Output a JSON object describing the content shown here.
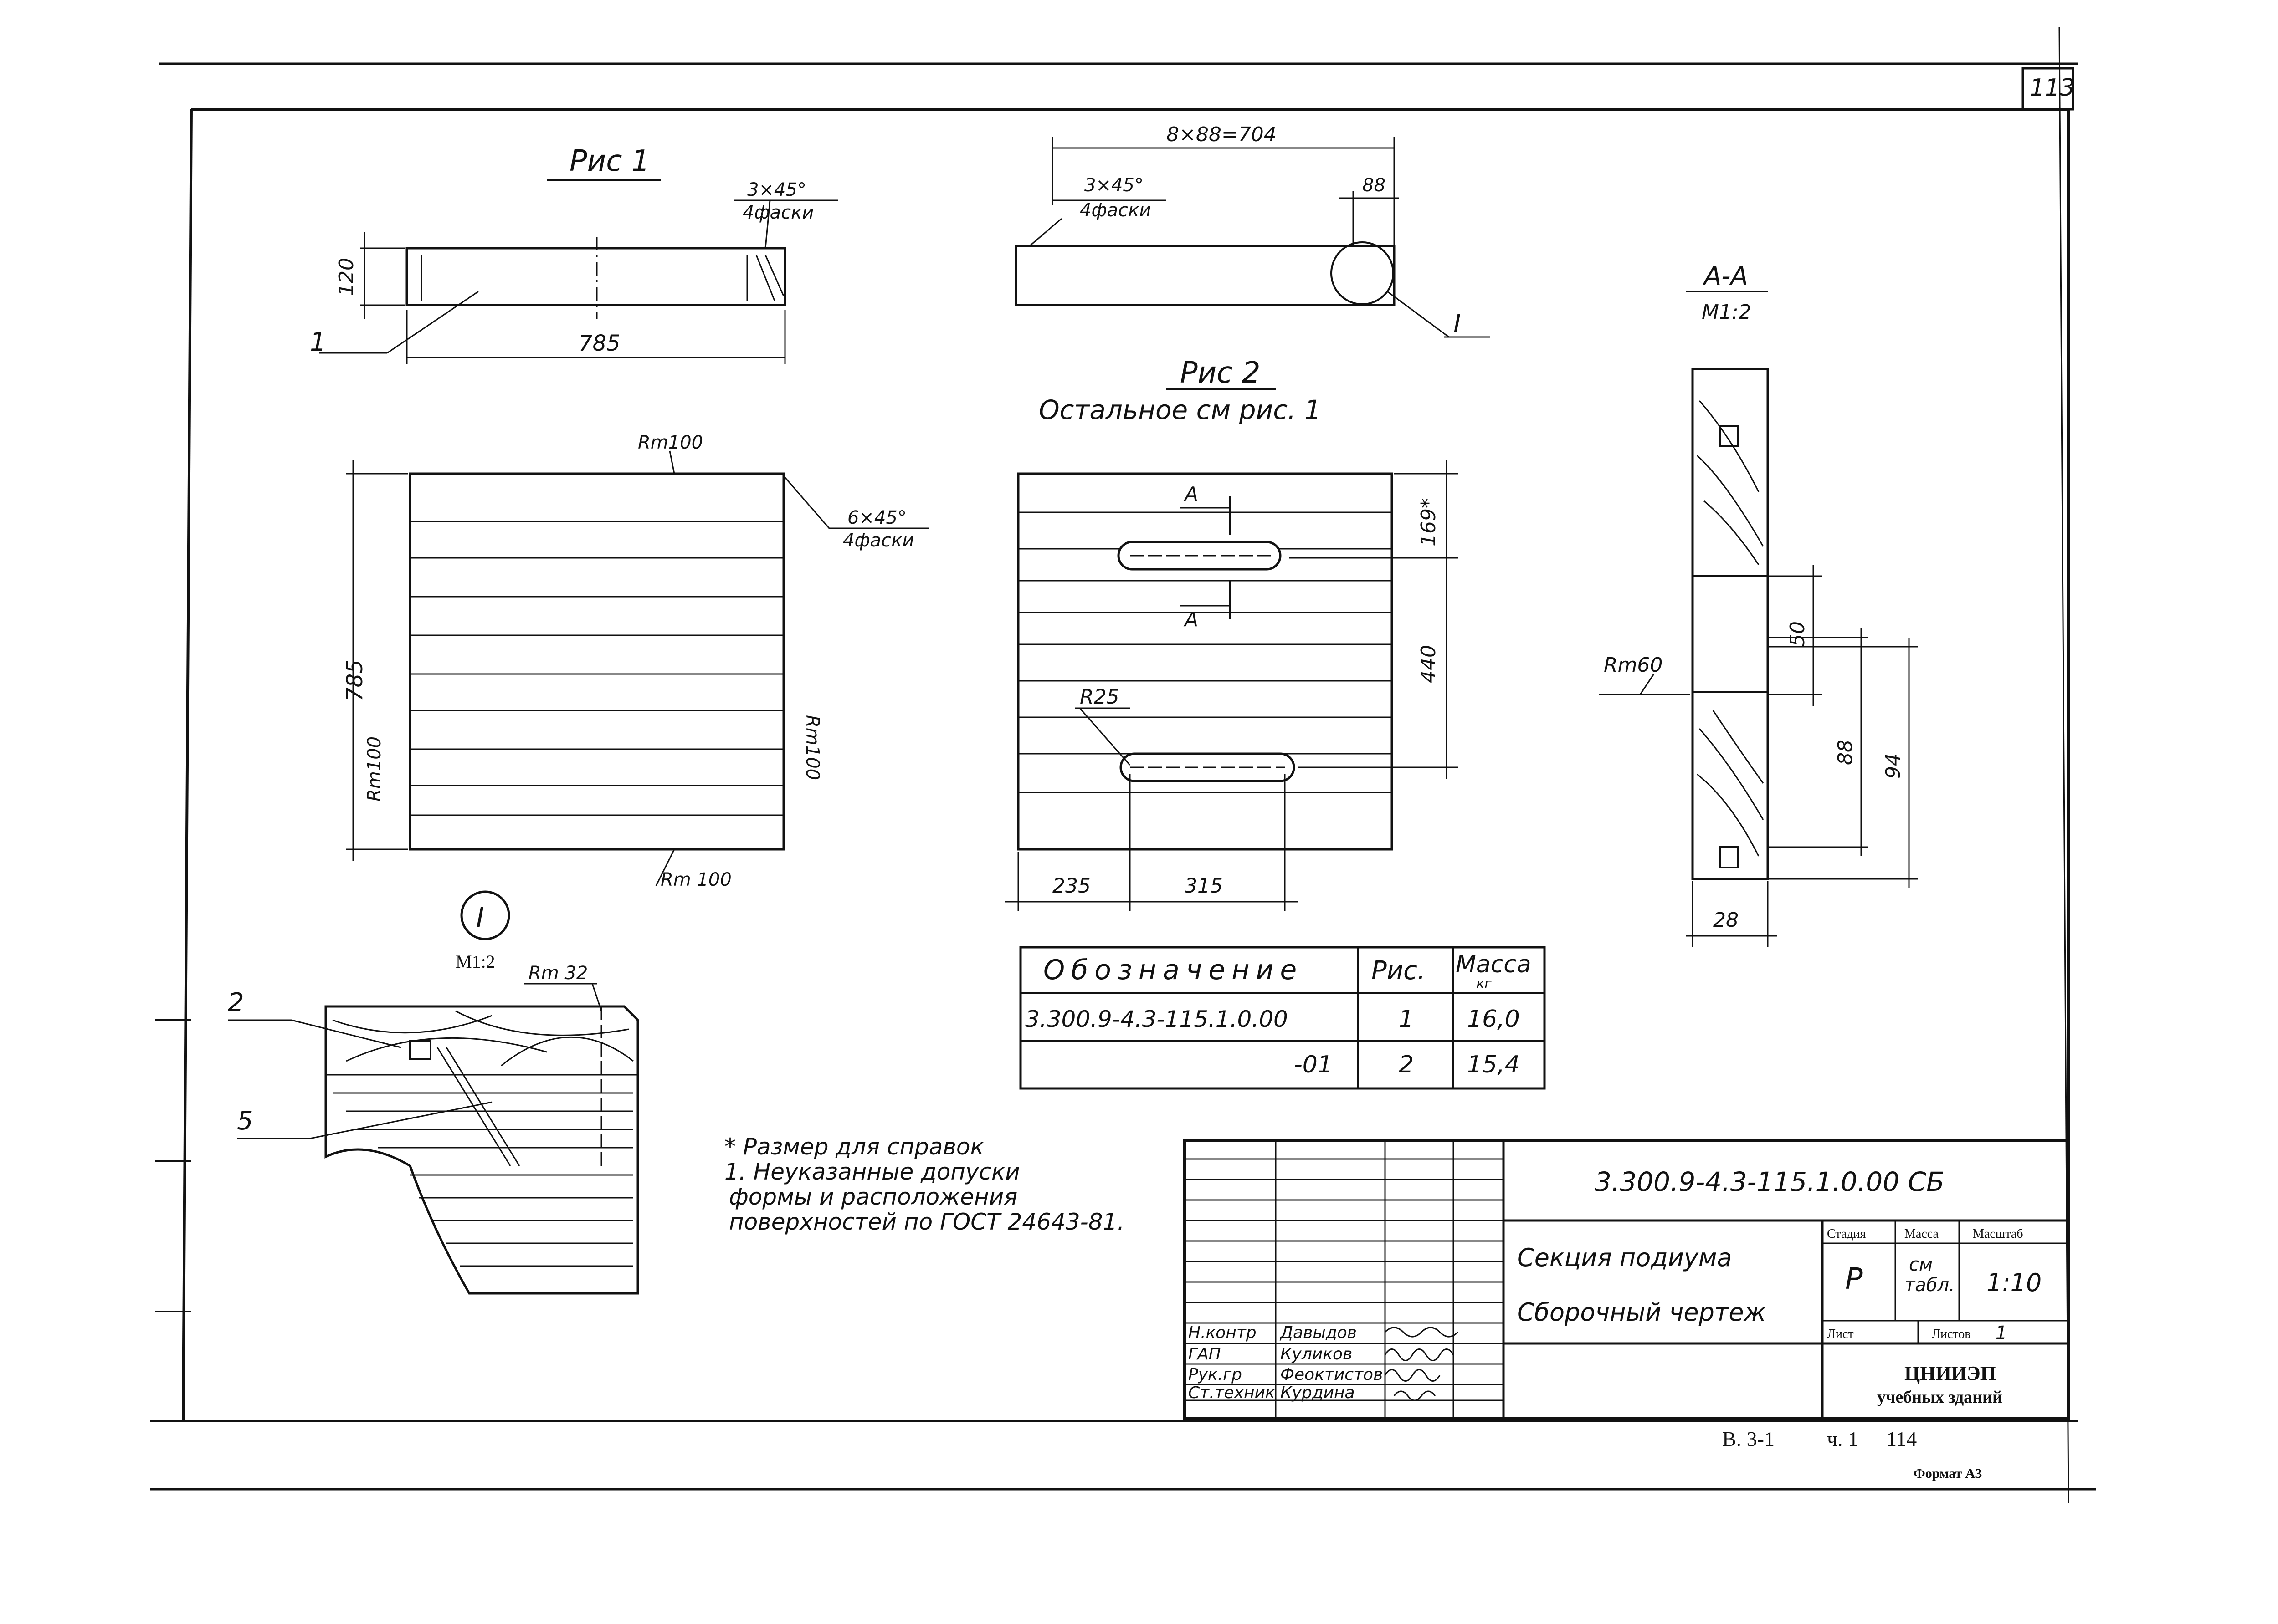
{
  "sheet": {
    "page_number": "113",
    "format": "Формат А3",
    "series_ref": {
      "part1": "В. 3-1",
      "part2": "ч. 1",
      "part3": "114"
    }
  },
  "fig1": {
    "title": "Рис 1",
    "chamfer_top": "3×45°",
    "chamfer_top_sub": "4фаски",
    "dim_height": "120",
    "dim_length": "785",
    "callout_1": "1",
    "rm_top": "Rm100",
    "rm_left": "Rm100",
    "rm_right": "Rm100",
    "rm_bottom": "Rm 100",
    "dim_side": "785",
    "chamfer_plan": "6×45°",
    "chamfer_plan_sub": "4фаски"
  },
  "fig2": {
    "dim_total": "8×88=704",
    "dim_step": "88",
    "chamfer": "3×45°",
    "chamfer_sub": "4фаски",
    "detail_callout": "I",
    "title": "Рис 2",
    "subtitle": "Остальное см рис. 1",
    "section_mark": "А",
    "dim_169": "169*",
    "dim_440": "440",
    "radius": "R25",
    "dim_235": "235",
    "dim_315": "315"
  },
  "section_aa": {
    "title": "А-А",
    "scale": "М1:2",
    "rm": "Rm60",
    "dim_50": "50",
    "dim_88": "88",
    "dim_94": "94",
    "dim_28": "28"
  },
  "detail_I": {
    "mark": "I",
    "scale": "М1:2",
    "rm": "Rm 32",
    "callout_2": "2",
    "callout_5": "5"
  },
  "spec_table": {
    "headers": [
      "Обозначение",
      "Рис.",
      "Масса"
    ],
    "mass_unit": "кг",
    "rows": [
      {
        "code": "3.300.9-4.3-115.1.0.00",
        "fig": "1",
        "mass": "16,0"
      },
      {
        "code": "-01",
        "fig": "2",
        "mass": "15,4"
      }
    ]
  },
  "notes": {
    "star": "* Размер для справок",
    "line1": "1. Неуказанные допуски",
    "line2": "формы и расположения",
    "line3": "поверхностей по ГОСТ 24643-81."
  },
  "title_block": {
    "doc_code": "3.300.9-4.3-115.1.0.00 СБ",
    "name_line1": "Секция подиума",
    "name_line2": "Сборочный чертеж",
    "stage_label": "Стадия",
    "mass_label": "Масса",
    "scale_label": "Масштаб",
    "stage_value": "Р",
    "mass_value_1": "см",
    "mass_value_2": "табл.",
    "scale_value": "1:10",
    "sheet_label": "Лист",
    "sheets_label": "Листов",
    "sheets_value": "1",
    "org_line1": "ЦНИИЭП",
    "org_line2": "учебных зданий",
    "signers": [
      {
        "role": "Н.контр",
        "name": "Давыдов"
      },
      {
        "role": "ГАП",
        "name": "Куликов"
      },
      {
        "role": "Рук.гр",
        "name": "Феоктистов"
      },
      {
        "role": "Ст.техник",
        "name": "Курдина"
      }
    ]
  }
}
